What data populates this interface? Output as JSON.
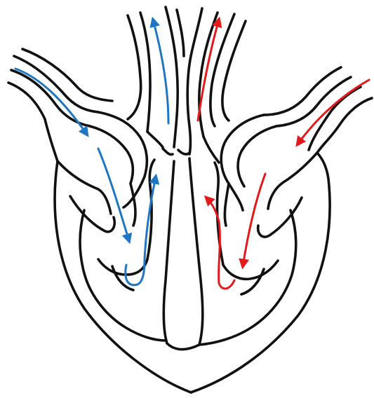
{
  "diagram": {
    "colors": {
      "outline": "#111111",
      "deoxygenated_flow": "#1f77c4",
      "oxygenated_flow": "#e3191c",
      "background": "#ffffff"
    },
    "flows": [
      {
        "id": "vena-cava-inflow",
        "color_key": "deoxygenated_flow"
      },
      {
        "id": "right-atrium-to-ventricle",
        "color_key": "deoxygenated_flow"
      },
      {
        "id": "right-ventricle-outflow",
        "color_key": "deoxygenated_flow"
      },
      {
        "id": "pulmonary-artery-outflow",
        "color_key": "deoxygenated_flow"
      },
      {
        "id": "pulmonary-vein-inflow",
        "color_key": "oxygenated_flow"
      },
      {
        "id": "left-atrium-to-ventricle",
        "color_key": "oxygenated_flow"
      },
      {
        "id": "left-ventricle-outflow",
        "color_key": "oxygenated_flow"
      },
      {
        "id": "aorta-outflow",
        "color_key": "oxygenated_flow"
      }
    ]
  }
}
